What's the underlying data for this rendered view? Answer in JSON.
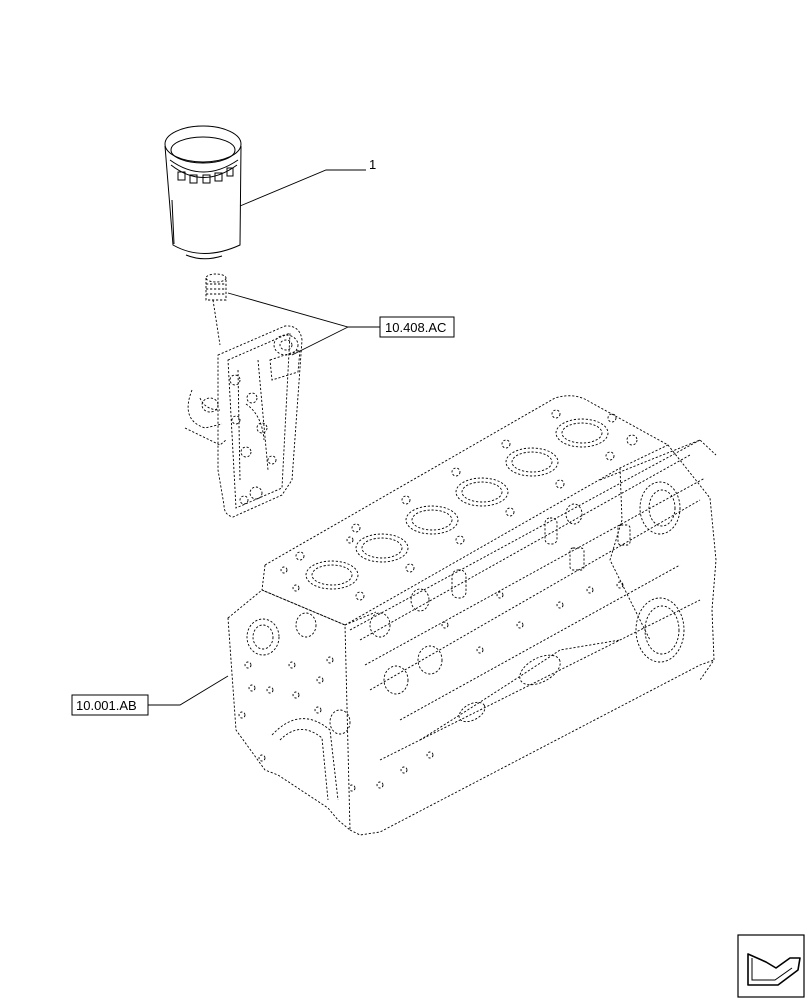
{
  "callouts": {
    "item_1": "1",
    "ref_oil_filter_adapter": "10.408.AC",
    "ref_engine_block": "10.001.AB"
  },
  "icons": {
    "nav": "return-arrow-icon"
  }
}
